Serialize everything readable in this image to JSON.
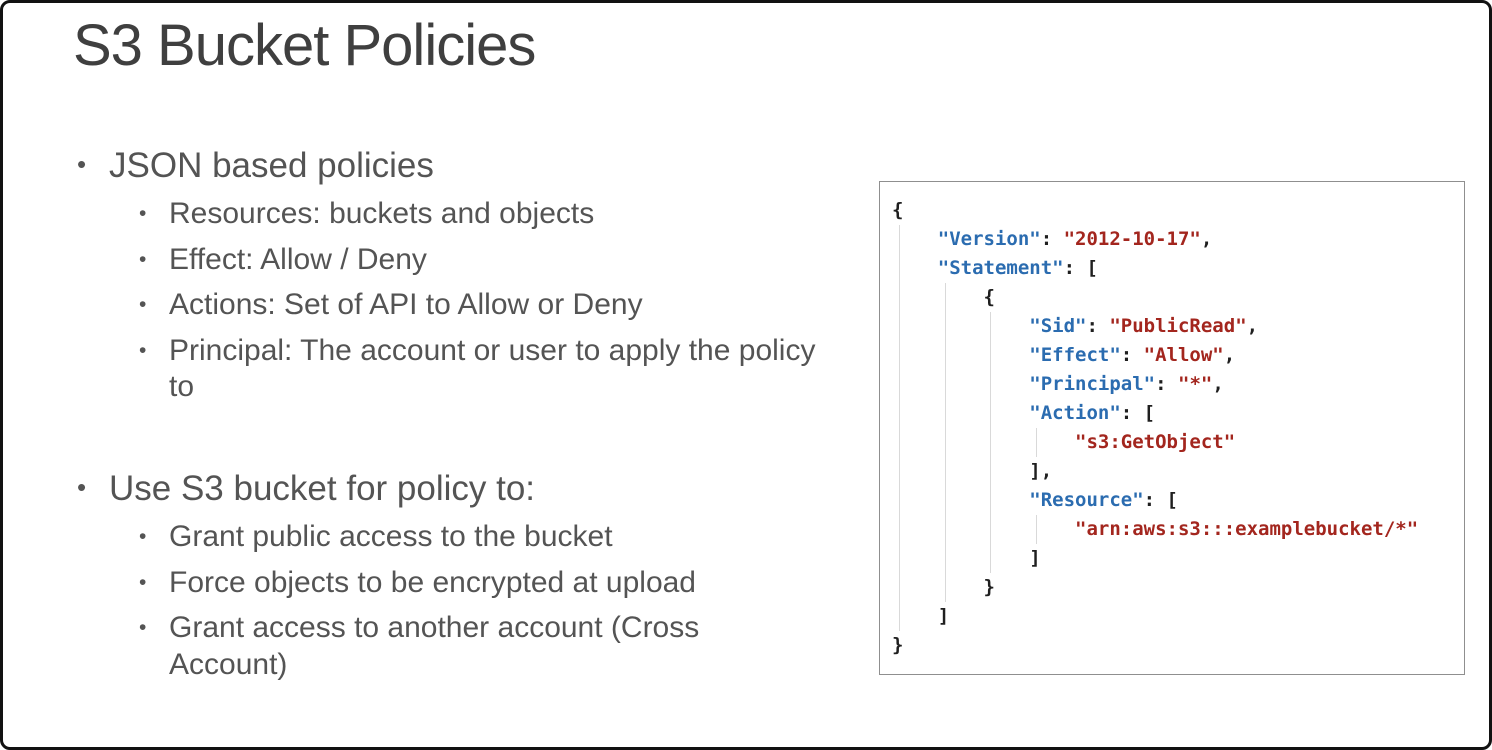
{
  "slide": {
    "title": "S3 Bucket Policies"
  },
  "bullets": [
    {
      "label": "JSON based policies",
      "children": [
        "Resources: buckets and objects",
        "Effect: Allow / Deny",
        "Actions: Set of API to Allow or Deny",
        "Principal: The account or user to apply the policy to"
      ]
    },
    {
      "label": "Use S3 bucket for policy to:",
      "children": [
        "Grant public access to the bucket",
        "Force objects to be encrypted at upload",
        "Grant access to another account (Cross Account)"
      ]
    }
  ],
  "code": {
    "colors": {
      "key": "#2b6cb0",
      "value": "#a3261e",
      "plain": "#1f1f1f",
      "guide": "#d9d9d9"
    },
    "lines": [
      {
        "indent": 0,
        "seg": [
          [
            "p",
            "{"
          ]
        ]
      },
      {
        "indent": 1,
        "seg": [
          [
            "k",
            "\"Version\""
          ],
          [
            "p",
            ": "
          ],
          [
            "v",
            "\"2012-10-17\""
          ],
          [
            "p",
            ","
          ]
        ]
      },
      {
        "indent": 1,
        "seg": [
          [
            "k",
            "\"Statement\""
          ],
          [
            "p",
            ": ["
          ]
        ]
      },
      {
        "indent": 2,
        "seg": [
          [
            "p",
            "{"
          ]
        ]
      },
      {
        "indent": 3,
        "seg": [
          [
            "k",
            "\"Sid\""
          ],
          [
            "p",
            ": "
          ],
          [
            "v",
            "\"PublicRead\""
          ],
          [
            "p",
            ","
          ]
        ]
      },
      {
        "indent": 3,
        "seg": [
          [
            "k",
            "\"Effect\""
          ],
          [
            "p",
            ": "
          ],
          [
            "v",
            "\"Allow\""
          ],
          [
            "p",
            ","
          ]
        ]
      },
      {
        "indent": 3,
        "seg": [
          [
            "k",
            "\"Principal\""
          ],
          [
            "p",
            ": "
          ],
          [
            "v",
            "\"*\""
          ],
          [
            "p",
            ","
          ]
        ]
      },
      {
        "indent": 3,
        "seg": [
          [
            "k",
            "\"Action\""
          ],
          [
            "p",
            ": ["
          ]
        ]
      },
      {
        "indent": 4,
        "seg": [
          [
            "v",
            "\"s3:GetObject\""
          ]
        ]
      },
      {
        "indent": 3,
        "seg": [
          [
            "p",
            "],"
          ]
        ]
      },
      {
        "indent": 3,
        "seg": [
          [
            "k",
            "\"Resource\""
          ],
          [
            "p",
            ": ["
          ]
        ]
      },
      {
        "indent": 4,
        "seg": [
          [
            "v",
            "\"arn:aws:s3:::examplebucket/*\""
          ]
        ]
      },
      {
        "indent": 3,
        "seg": [
          [
            "p",
            "]"
          ]
        ]
      },
      {
        "indent": 2,
        "seg": [
          [
            "p",
            "}"
          ]
        ]
      },
      {
        "indent": 1,
        "seg": [
          [
            "p",
            "]"
          ]
        ]
      },
      {
        "indent": 0,
        "seg": [
          [
            "p",
            "}"
          ]
        ]
      }
    ]
  }
}
